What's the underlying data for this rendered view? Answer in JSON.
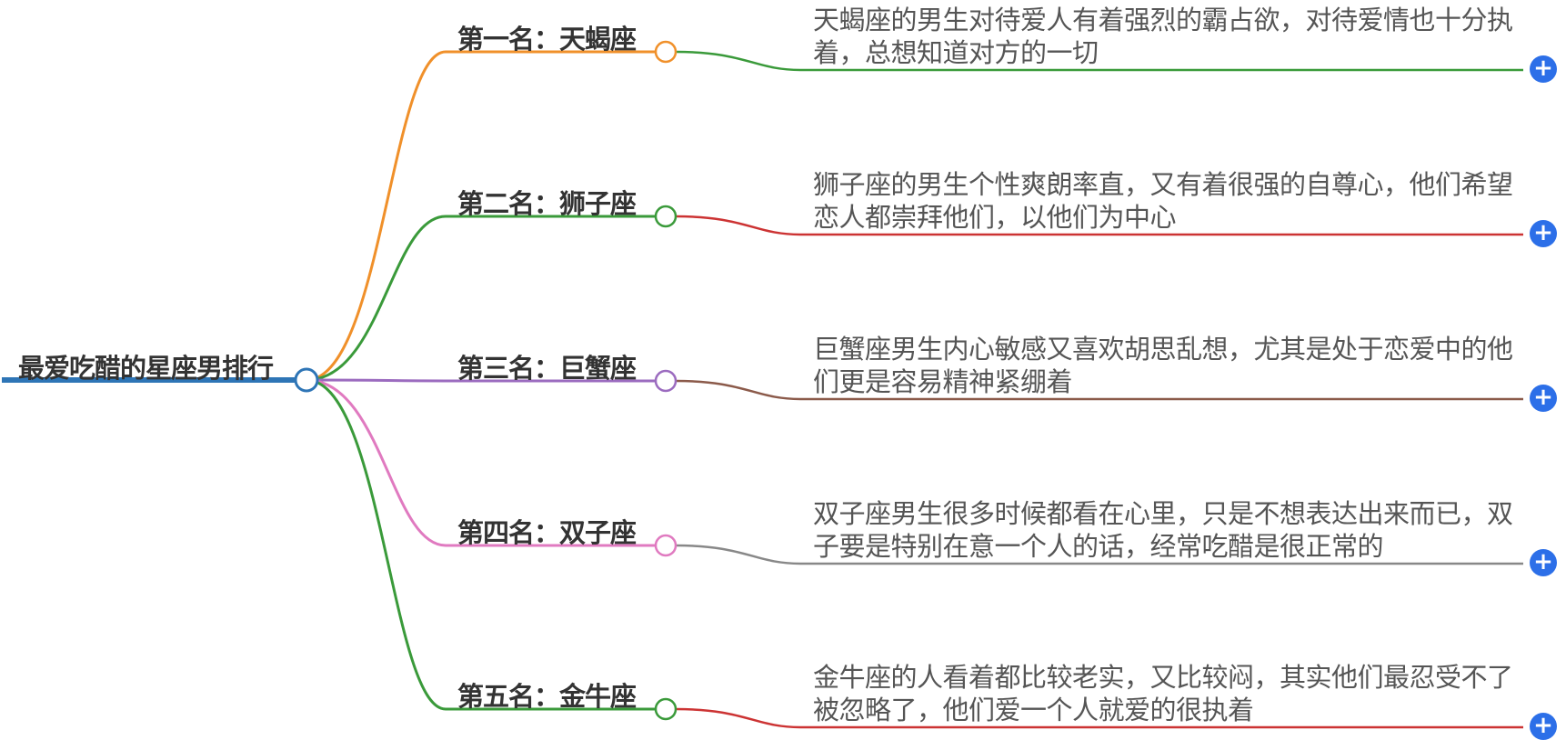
{
  "root": {
    "label": "最爱吃醋的星座男排行",
    "color": "#2e75b6"
  },
  "branches": [
    {
      "label": "第一名：天蝎座",
      "color": "#f0902a",
      "leaf_color": "#3a9a3a",
      "text": "天蝎座的男生对待爱人有着强烈的霸占欲，对待爱情也十分执着，总想知道对方的一切"
    },
    {
      "label": "第二名：狮子座",
      "color": "#3a9a3a",
      "leaf_color": "#cc3333",
      "text": "狮子座的男生个性爽朗率直，又有着很强的自尊心，他们希望恋人都崇拜他们，以他们为中心"
    },
    {
      "label": "第三名：巨蟹座",
      "color": "#9b6bbf",
      "leaf_color": "#8b5a4a",
      "text": "巨蟹座男生内心敏感又喜欢胡思乱想，尤其是处于恋爱中的他们更是容易精神紧绷着"
    },
    {
      "label": "第四名：双子座",
      "color": "#e07ac0",
      "leaf_color": "#888888",
      "text": "双子座男生很多时候都看在心里，只是不想表达出来而已，双子要是特别在意一个人的话，经常吃醋是很正常的"
    },
    {
      "label": "第五名：金牛座",
      "color": "#3a9a3a",
      "leaf_color": "#cc3333",
      "text": "金牛座的人看着都比较老实，又比较闷，其实他们最忍受不了被忽略了，他们爱一个人就爱的很执着"
    }
  ],
  "expand_symbol": "+",
  "accent": "#2c6fe8"
}
